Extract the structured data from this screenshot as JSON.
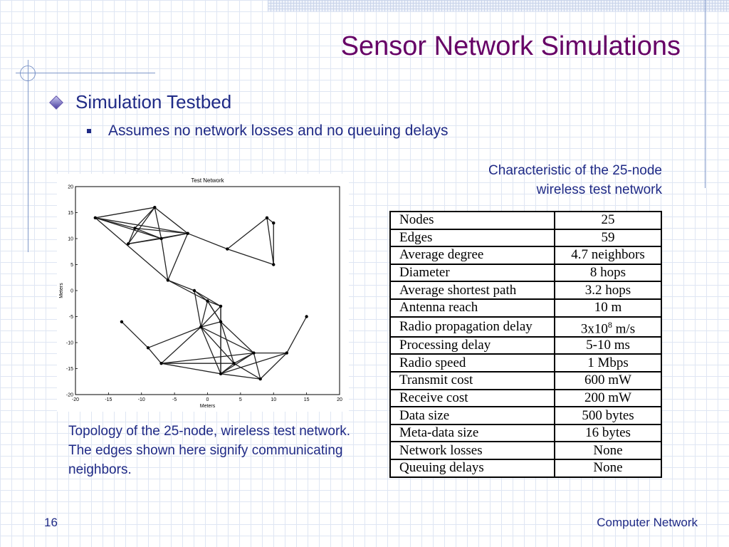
{
  "slide": {
    "title": "Sensor Network Simulations",
    "bullet_level1": "Simulation Testbed",
    "bullet_level2": "Assumes no network losses and no queuing delays",
    "table_caption_line1": "Characteristic of the 25-node",
    "table_caption_line2": "wireless test network",
    "graph_caption": "Topology of the 25-node, wireless test network. The edges shown here signify communicating neighbors.",
    "page_number": "16",
    "footer": "Computer Network"
  },
  "table": {
    "rows": [
      {
        "label": "Nodes",
        "value": "25"
      },
      {
        "label": "Edges",
        "value": "59"
      },
      {
        "label": "Average degree",
        "value": "4.7 neighbors"
      },
      {
        "label": "Diameter",
        "value": "8 hops"
      },
      {
        "label": "Average shortest path",
        "value": "3.2 hops"
      },
      {
        "label": "Antenna reach",
        "value": "10 m"
      },
      {
        "label": "Radio propagation delay",
        "value": "3x10",
        "sup": "8",
        "suffix": " m/s"
      },
      {
        "label": "Processing delay",
        "value": "5-10 ms"
      },
      {
        "label": "Radio speed",
        "value": "1 Mbps"
      },
      {
        "label": "Transmit cost",
        "value": "600 mW"
      },
      {
        "label": "Receive cost",
        "value": "200 mW"
      },
      {
        "label": "Data size",
        "value": "500 bytes"
      },
      {
        "label": "Meta-data size",
        "value": "16 bytes"
      },
      {
        "label": "Network losses",
        "value": "None"
      },
      {
        "label": "Queuing delays",
        "value": "None"
      }
    ]
  },
  "chart_data": {
    "type": "scatter",
    "title": "Test Network",
    "xlabel": "Meters",
    "ylabel": "Meters",
    "xlim": [
      -20,
      20
    ],
    "ylim": [
      -20,
      20
    ],
    "xticks": [
      -20,
      -15,
      -10,
      -5,
      0,
      5,
      10,
      15,
      20
    ],
    "yticks": [
      -20,
      -15,
      -10,
      -5,
      0,
      5,
      10,
      15,
      20
    ],
    "nodes": [
      [
        -17,
        14
      ],
      [
        -8,
        16
      ],
      [
        -11,
        12
      ],
      [
        -12,
        9
      ],
      [
        -7,
        10
      ],
      [
        -3,
        11
      ],
      [
        3,
        8
      ],
      [
        9,
        14
      ],
      [
        10,
        13
      ],
      [
        10,
        5
      ],
      [
        -6,
        2
      ],
      [
        -2,
        0
      ],
      [
        0,
        -2
      ],
      [
        2,
        -3
      ],
      [
        -1,
        -7
      ],
      [
        2,
        -6
      ],
      [
        -13,
        -6
      ],
      [
        -9,
        -11
      ],
      [
        -7,
        -14
      ],
      [
        2,
        -16
      ],
      [
        4,
        -14
      ],
      [
        7,
        -12
      ],
      [
        8,
        -17
      ],
      [
        12,
        -12
      ],
      [
        15,
        -5
      ]
    ],
    "edges": [
      [
        0,
        1
      ],
      [
        0,
        2
      ],
      [
        0,
        5
      ],
      [
        0,
        4
      ],
      [
        1,
        2
      ],
      [
        1,
        3
      ],
      [
        1,
        4
      ],
      [
        1,
        5
      ],
      [
        2,
        3
      ],
      [
        2,
        4
      ],
      [
        2,
        5
      ],
      [
        3,
        4
      ],
      [
        3,
        5
      ],
      [
        4,
        5
      ],
      [
        4,
        10
      ],
      [
        5,
        10
      ],
      [
        0,
        10
      ],
      [
        6,
        7
      ],
      [
        6,
        9
      ],
      [
        7,
        8
      ],
      [
        7,
        9
      ],
      [
        8,
        9
      ],
      [
        5,
        6
      ],
      [
        10,
        11
      ],
      [
        11,
        12
      ],
      [
        11,
        13
      ],
      [
        11,
        14
      ],
      [
        12,
        13
      ],
      [
        12,
        14
      ],
      [
        13,
        14
      ],
      [
        12,
        15
      ],
      [
        13,
        15
      ],
      [
        14,
        15
      ],
      [
        10,
        12
      ],
      [
        16,
        17
      ],
      [
        17,
        18
      ],
      [
        17,
        14
      ],
      [
        18,
        14
      ],
      [
        18,
        19
      ],
      [
        18,
        20
      ],
      [
        14,
        19
      ],
      [
        14,
        20
      ],
      [
        15,
        19
      ],
      [
        15,
        20
      ],
      [
        15,
        21
      ],
      [
        13,
        19
      ],
      [
        19,
        20
      ],
      [
        19,
        21
      ],
      [
        20,
        21
      ],
      [
        19,
        22
      ],
      [
        21,
        22
      ],
      [
        21,
        23
      ],
      [
        22,
        23
      ],
      [
        20,
        22
      ],
      [
        23,
        24
      ],
      [
        19,
        23
      ],
      [
        14,
        21
      ],
      [
        18,
        21
      ],
      [
        12,
        15
      ]
    ]
  }
}
